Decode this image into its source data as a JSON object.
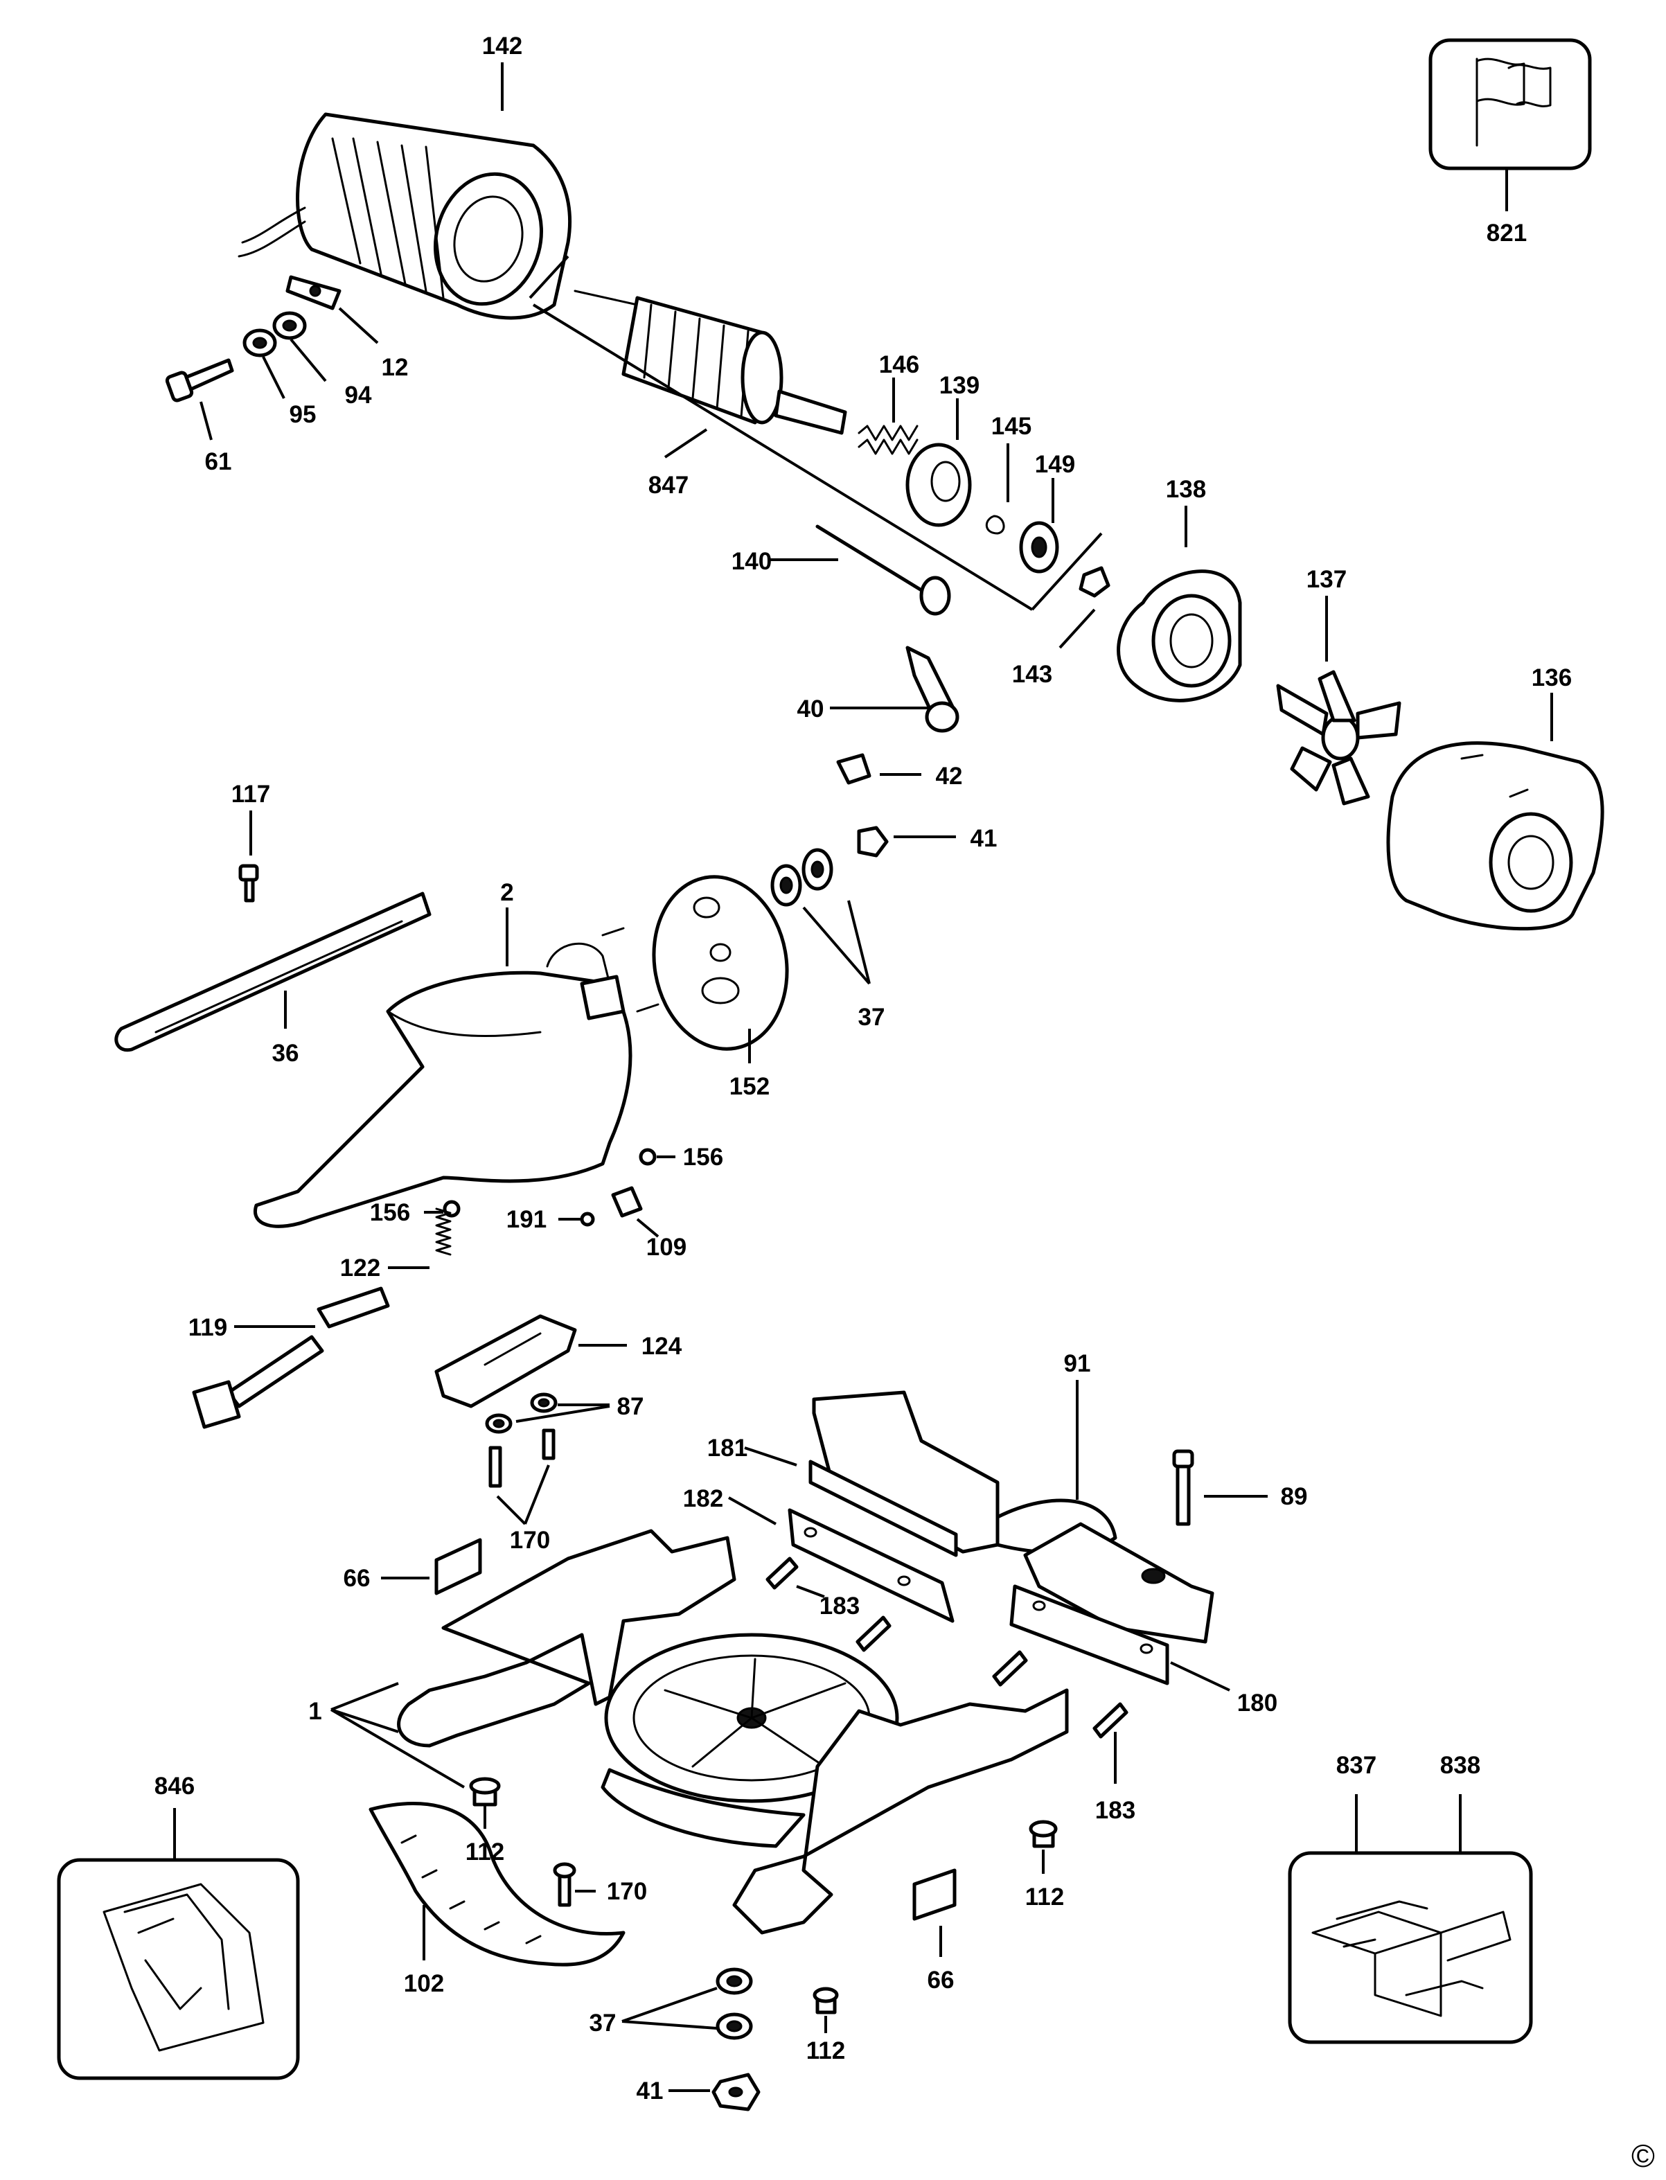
{
  "callouts": {
    "c142": "142",
    "c821": "821",
    "c12": "12",
    "c94": "94",
    "c95": "95",
    "c61": "61",
    "c847": "847",
    "c146": "146",
    "c139": "139",
    "c145": "145",
    "c149": "149",
    "c140": "140",
    "c138": "138",
    "c137": "137",
    "c143": "143",
    "c136": "136",
    "c40": "40",
    "c42": "42",
    "c41a": "41",
    "c117": "117",
    "c2": "2",
    "c37a": "37",
    "c36": "36",
    "c152": "152",
    "c156a": "156",
    "c156b": "156",
    "c191": "191",
    "c109": "109",
    "c122": "122",
    "c119": "119",
    "c124": "124",
    "c87": "87",
    "c91": "91",
    "c181": "181",
    "c182": "182",
    "c89": "89",
    "c170a": "170",
    "c66a": "66",
    "c183a": "183",
    "c180": "180",
    "c1": "1",
    "c183b": "183",
    "c846": "846",
    "c112a": "112",
    "c837": "837",
    "c838": "838",
    "c170b": "170",
    "c112b": "112",
    "c102": "102",
    "c66b": "66",
    "c37b": "37",
    "c112c": "112",
    "c41b": "41"
  },
  "copyright": "©"
}
